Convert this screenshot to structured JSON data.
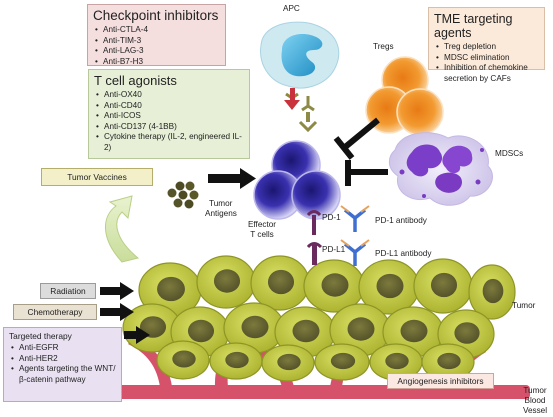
{
  "checkpoint": {
    "title": "Checkpoint inhibitors",
    "items": [
      "Anti-CTLA-4",
      "Anti-TIM-3",
      "Anti-LAG-3",
      "Anti-B7-H3"
    ]
  },
  "agonists": {
    "title": "T cell agonists",
    "items": [
      "Anti-OX40",
      "Anti-CD40",
      "Anti-ICOS",
      "Anti-CD137 (4-1BB)",
      "Cytokine therapy (IL-2, engineered IL-2)"
    ]
  },
  "tme": {
    "title": "TME targeting agents",
    "items": [
      "Treg depletion",
      "MDSC elimination",
      "Inhibition of chemokine secretion by CAFs"
    ]
  },
  "targeted": {
    "title": "Targeted therapy",
    "items": [
      "Anti-EGFR",
      "Anti-HER2",
      "Agents targeting the WNT/β-catenin pathway"
    ]
  },
  "labels": {
    "apc": "APC",
    "tregs": "Tregs",
    "mdscs": "MDSCs",
    "vaccines": "Tumor Vaccines",
    "tumor_antigens_1": "Tumor",
    "tumor_antigens_2": "Antigens",
    "effector_1": "Effector",
    "effector_2": "T cells",
    "pd1": "PD-1",
    "pdl1": "PD-L1",
    "pd1_antibody": "PD-1 antibody",
    "pdl1_antibody": "PD-L1 antibody",
    "radiation": "Radiation",
    "chemotherapy": "Chemotherapy",
    "tumor": "Tumor",
    "angiogenesis": "Angiogenesis inhibitors",
    "vessel_1": "Tumor",
    "vessel_2": "Blood",
    "vessel_3": "Vessel"
  },
  "colors": {
    "tumor_cell": "#c3cc3f",
    "tumor_nucleus": "#6f6d35",
    "vessel": "#d6526a",
    "tcell": "#3a31b0",
    "treg": "#f09b32",
    "mdsc": "#8040c8",
    "apc": "#3fb4e3"
  }
}
